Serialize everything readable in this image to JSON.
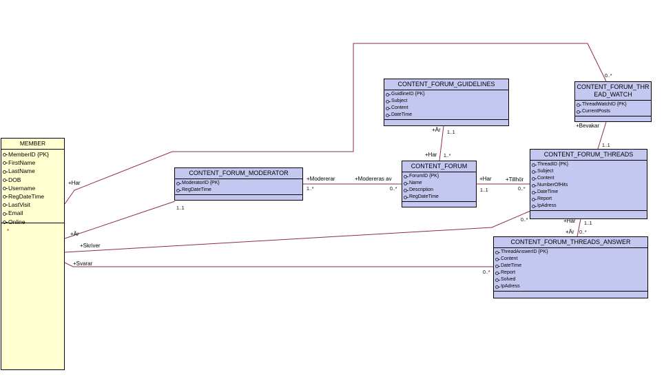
{
  "classes": {
    "member": {
      "title": "MEMBER",
      "attributes": [
        "MemberID {PK}",
        "FirstName",
        "LastName",
        "DOB",
        "Username",
        "RegDateTime",
        "LastVisit",
        "Email",
        "Online"
      ]
    },
    "moderator": {
      "title": "CONTENT_FORUM_MODERATOR",
      "attributes": [
        "ModeratorID {PK}",
        "RegDateTime"
      ]
    },
    "guidelines": {
      "title": "CONTENT_FORUM_GUIDELINES",
      "attributes": [
        "GuidlineID {PK}",
        "Subject",
        "Content",
        "DateTime"
      ]
    },
    "forum": {
      "title": "CONTENT_FORUM",
      "attributes": [
        "ForumID {PK}",
        "Name",
        "Description",
        "RegDateTime"
      ]
    },
    "thread_watch": {
      "title": "CONTENT_FORUM_THREAD_WATCH",
      "attributes": [
        "ThreadWatchID {PK}",
        "CurrentPosts"
      ]
    },
    "threads": {
      "title": "CONTENT_FORUM_THREADS",
      "attributes": [
        "ThreadID {PK}",
        "Subject",
        "Content",
        "NumberOfHits",
        "DateTime",
        "Report",
        "IpAdress"
      ]
    },
    "threads_answer": {
      "title": "CONTENT_FORUM_THREADS_ANSWER",
      "attributes": [
        "ThreadAnswerID {PK}",
        "Content",
        "DateTime",
        "Report",
        "Solved",
        "IpAdress"
      ]
    }
  },
  "labels": {
    "har_member_watch": "+Har",
    "watch_mult": "0..*",
    "ar_member_mod": "+Är",
    "mod_mult": "1..1",
    "skriver": "+Skriver",
    "svarar": "+Svarar",
    "answer_mult_left": "0..*",
    "modererar": "+Modererar",
    "modererar_mult": "1..*",
    "modereras_av": "+Modereras av",
    "modereras_mult": "0..*",
    "guide_ar": "+Är",
    "guide_mult": "1..1",
    "forum_har": "+Har",
    "forum_har_mult": "1..*",
    "forum_har_right": "+Har",
    "forum_right_mult": "1..1",
    "tillhor": "+Tillhör",
    "tillhor_mult": "0..*",
    "bevakar": "+Bevakar",
    "bevakar_mult": "1..1",
    "threads_member_mult": "0..*",
    "threads_har": "+Har",
    "threads_har_mult": "1..1",
    "answer_ar": "+Är",
    "answer_ar_mult": "0..*",
    "member_star": "*"
  },
  "colors": {
    "class_fill": "#c4c8f0",
    "member_fill": "#ffffd0",
    "line": "#8a2b4a",
    "annotation": "#e00000"
  }
}
